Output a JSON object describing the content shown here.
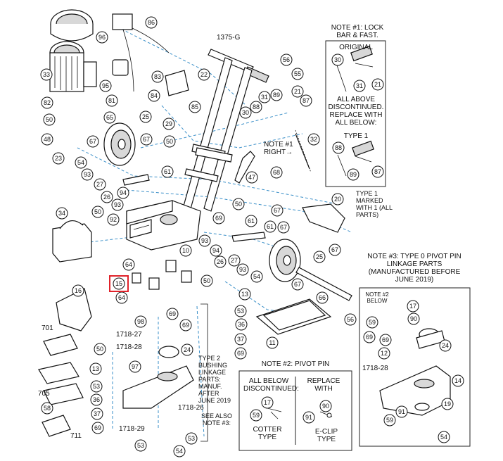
{
  "title_code": "1375-G",
  "notes": {
    "note1": {
      "title": "NOTE #1: LOCK BAR & FAST.",
      "original": "ORIGINAL",
      "discontinued": "ALL ABOVE DISCONTINUED. REPLACE WITH ALL BELOW:",
      "type1": "TYPE 1",
      "type1_marked": "TYPE 1 MARKED WITH 1 (ALL PARTS)"
    },
    "note1_ref": "NOTE #1 RIGHT",
    "note2": {
      "title": "NOTE #2: PIVOT PIN",
      "left_head": "ALL BELOW DISCONTINUED:",
      "right_head": "REPLACE WITH",
      "left_type": "COTTER TYPE",
      "right_type": "E-CLIP TYPE"
    },
    "note3": {
      "title": "NOTE #3: TYPE 0 PIVOT PIN LINKAGE PARTS (MANUFACTURED BEFORE JUNE 2019)",
      "note2_below": "NOTE #2 BELOW"
    },
    "type2": "TYPE 2 BUSHING LINKAGE PARTS: MANUF. AFTER JUNE 2019",
    "see_also": "SEE ALSO NOTE #3:"
  },
  "part_labels": {
    "p96": "96",
    "p86": "86",
    "p33": "33",
    "p95": "95",
    "p82": "82",
    "p81": "81",
    "p50a": "50",
    "p65": "65",
    "p48": "48",
    "p67a": "67",
    "p23": "23",
    "p83": "83",
    "p84": "84",
    "p85": "85",
    "p22": "22",
    "p56a": "56",
    "p55": "55",
    "p21": "21",
    "p87": "87",
    "p31": "31",
    "p89": "89",
    "p88": "88",
    "p30": "30",
    "p25a": "25",
    "p29": "29",
    "p50b": "50",
    "p67b": "67",
    "p54a": "54",
    "p93a": "93",
    "p61a": "61",
    "p27a": "27",
    "p26a": "26",
    "p94a": "94",
    "p93b": "93",
    "p32": "32",
    "p47": "47",
    "p68": "68",
    "p20": "20",
    "p34": "34",
    "p50c": "50",
    "p92": "92",
    "p69a": "69",
    "p50d": "50",
    "p67c": "67",
    "p10": "10",
    "p61b": "61",
    "p61c": "61",
    "p67d": "67",
    "p93c": "93",
    "p94b": "94",
    "p26b": "26",
    "p27b": "27",
    "p93d": "93",
    "p54b": "54",
    "p25b": "25",
    "p67e": "67",
    "p64a": "64",
    "p15": "15",
    "p64b": "64",
    "p16": "16",
    "p50e": "50",
    "p13a": "13",
    "p53a": "53",
    "p36a": "36",
    "p37a": "37",
    "p69b": "69",
    "p66": "66",
    "p56b": "56",
    "p11": "11",
    "p67f": "67",
    "p98": "98",
    "p69c": "69",
    "p69d": "69",
    "p1718_27": "1718-27",
    "p1718_28a": "1718-28",
    "p24a": "24",
    "p701": "701",
    "p50f": "50",
    "p13b": "13",
    "p97": "97",
    "p705": "705",
    "p53b": "53",
    "p36b": "36",
    "p37b": "37",
    "p69e": "69",
    "p58": "58",
    "p711": "711",
    "p1718_26": "1718-26",
    "p1718_29": "1718-29",
    "p53c": "53",
    "p54c": "54",
    "p53d": "53",
    "p17a": "17",
    "p59a": "59",
    "p90a": "90",
    "p91a": "91",
    "p30n": "30",
    "p31n": "31",
    "p21n": "21",
    "p88n": "88",
    "p89n": "89",
    "p87n": "87",
    "p17b": "17",
    "p59b": "59",
    "p90b": "90",
    "p69f": "69",
    "p24b": "24",
    "p12": "12",
    "p69g": "69",
    "p1718_28b": "1718-28",
    "p14": "14",
    "p91b": "91",
    "p19": "19",
    "p59c": "59",
    "p54d": "54"
  }
}
